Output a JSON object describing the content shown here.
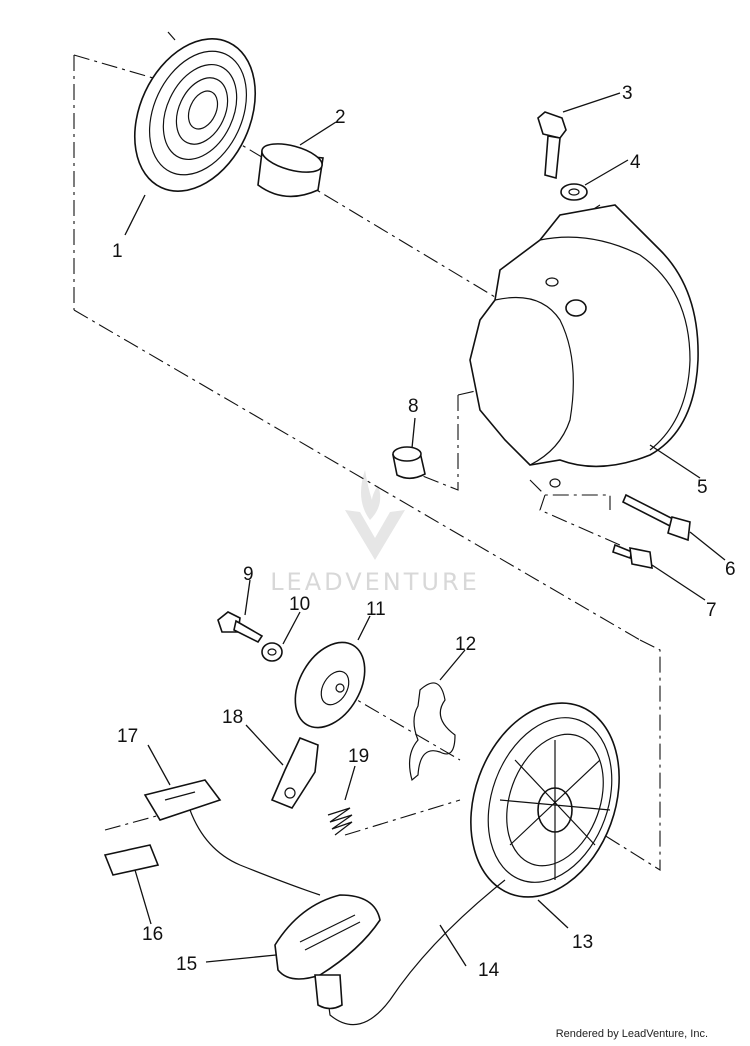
{
  "callouts": [
    "1",
    "2",
    "3",
    "4",
    "5",
    "6",
    "7",
    "8",
    "9",
    "10",
    "11",
    "12",
    "13",
    "14",
    "15",
    "16",
    "17",
    "18",
    "19"
  ],
  "watermark": {
    "brand": "LEADVENTURE"
  },
  "credit": "Rendered by LeadVenture, Inc."
}
